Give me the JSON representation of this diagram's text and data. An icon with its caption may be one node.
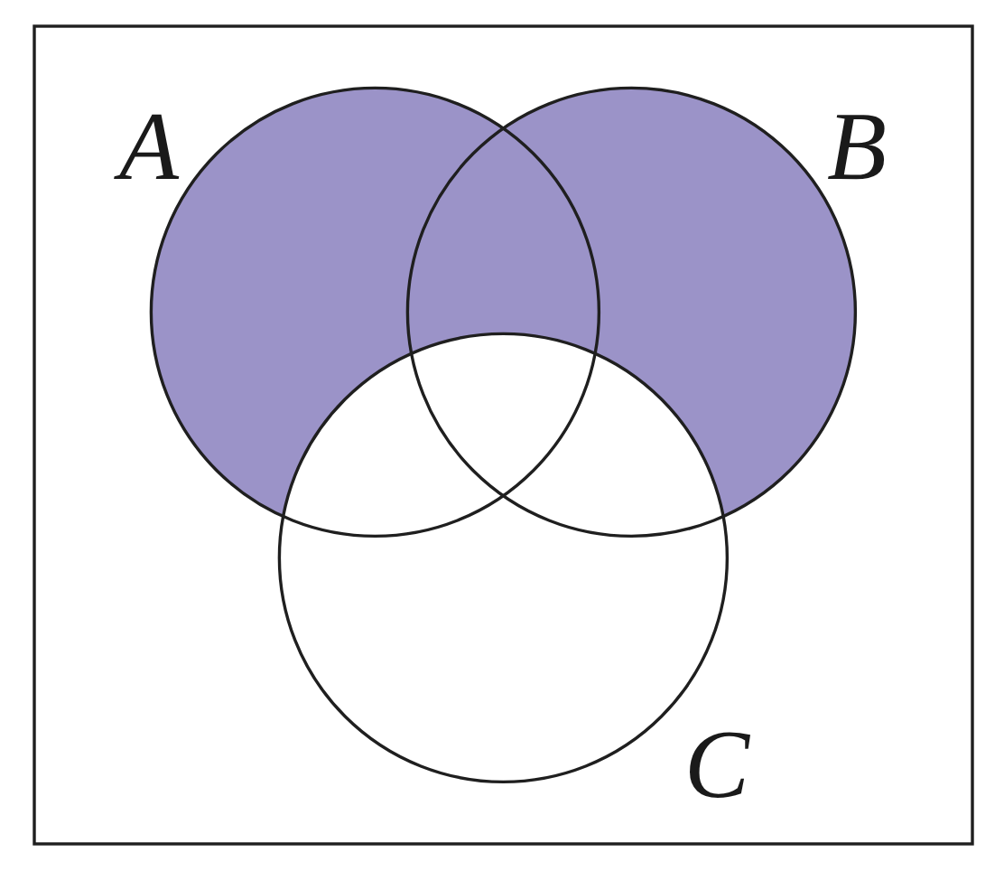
{
  "diagram": {
    "nodes": [
      {
        "text": [
          "A"
        ]
      },
      {
        "text": [
          "B"
        ]
      },
      {
        "text": [
          "C"
        ]
      }
    ]
  }
}
